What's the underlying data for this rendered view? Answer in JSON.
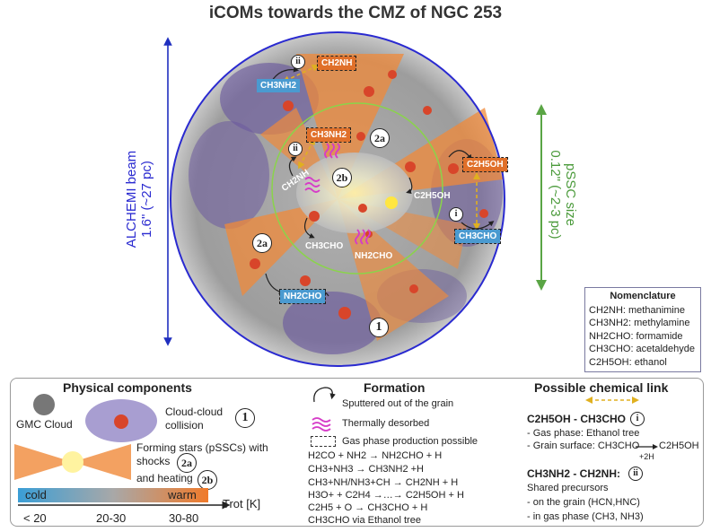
{
  "title": "iCOMs towards the CMZ of NGC 253",
  "left_beam": {
    "line1": "ALCHEMI beam",
    "line2": "1.6\" (~27 pc)"
  },
  "right_size": {
    "line1": "pSSC size",
    "line2": "0.12\" (~2-3 pc)"
  },
  "map": {
    "molecules": {
      "ch2nh_top": "CH2NH",
      "ch3nh2_top": "CH3NH2",
      "ch3nh2_inner": "CH3NH2",
      "ch2nh_inner": "CH2NH",
      "c2h5oh_right": "C2H5OH",
      "c2h5oh_inner": "C2H5OH",
      "ch3cho_right": "CH3CHO",
      "ch3cho_inner": "CH3CHO",
      "nh2cho_inner": "NH2CHO",
      "nh2cho_bottom": "NH2CHO"
    },
    "markers": {
      "m1": "1",
      "m2a_top": "2a",
      "m2a_left": "2a",
      "m2b": "2b",
      "ii_top": "ii",
      "ii_inner": "ii",
      "i_right": "i"
    }
  },
  "nomenclature": {
    "title": "Nomenclature",
    "items": [
      "CH2NH: methanimine",
      "CH3NH2: methylamine",
      "NH2CHO: formamide",
      "CH3CHO: acetaldehyde",
      "C2H5OH: ethanol"
    ]
  },
  "legend": {
    "physical": {
      "title": "Physical components",
      "gmc": "GMC Cloud",
      "collision_line1": "Cloud-cloud",
      "collision_line2": "collision",
      "collision_num": "1",
      "stars_line1": "Forming stars (pSSCs) with",
      "stars_line2": "shocks",
      "stars_line3": "and heating",
      "shocks_num": "2a",
      "heating_num": "2b",
      "bar_cold": "cold",
      "bar_warm": "warm",
      "trot": "Trot [K]",
      "ticks": [
        "< 20",
        "20-30",
        "30-80"
      ],
      "colors": {
        "cold": "#3a9ed6",
        "mid": "#a8a8a8",
        "warm": "#f07a2a"
      }
    },
    "formation": {
      "title": "Formation",
      "sputtered": "Sputtered out of the grain",
      "desorbed": "Thermally desorbed",
      "gasphase": "Gas phase production possible",
      "reactions": [
        "H2CO + NH2 → NH2CHO + H",
        "CH3+NH3 → CH3NH2 +H",
        "CH3+NH/NH3+CH → CH2NH + H",
        "H3O+ + C2H4 →…→ C2H5OH + H",
        "C2H5 + O → CH3CHO + H",
        "CH3CHO via Ethanol tree"
      ]
    },
    "link": {
      "title": "Possible chemical link",
      "i_title": "C2H5OH - CH3CHO",
      "i_num": "i",
      "i_lines": [
        "- Gas phase: Ethanol tree",
        "- Grain surface: CH3CHO",
        "C2H5OH",
        "+2H"
      ],
      "ii_title": "CH3NH2 - CH2NH:",
      "ii_num": "ii",
      "ii_lines": [
        "Shared precursors",
        "- on the grain (HCN,HNC)",
        "- in gas phase (CH3, NH3)"
      ]
    }
  }
}
